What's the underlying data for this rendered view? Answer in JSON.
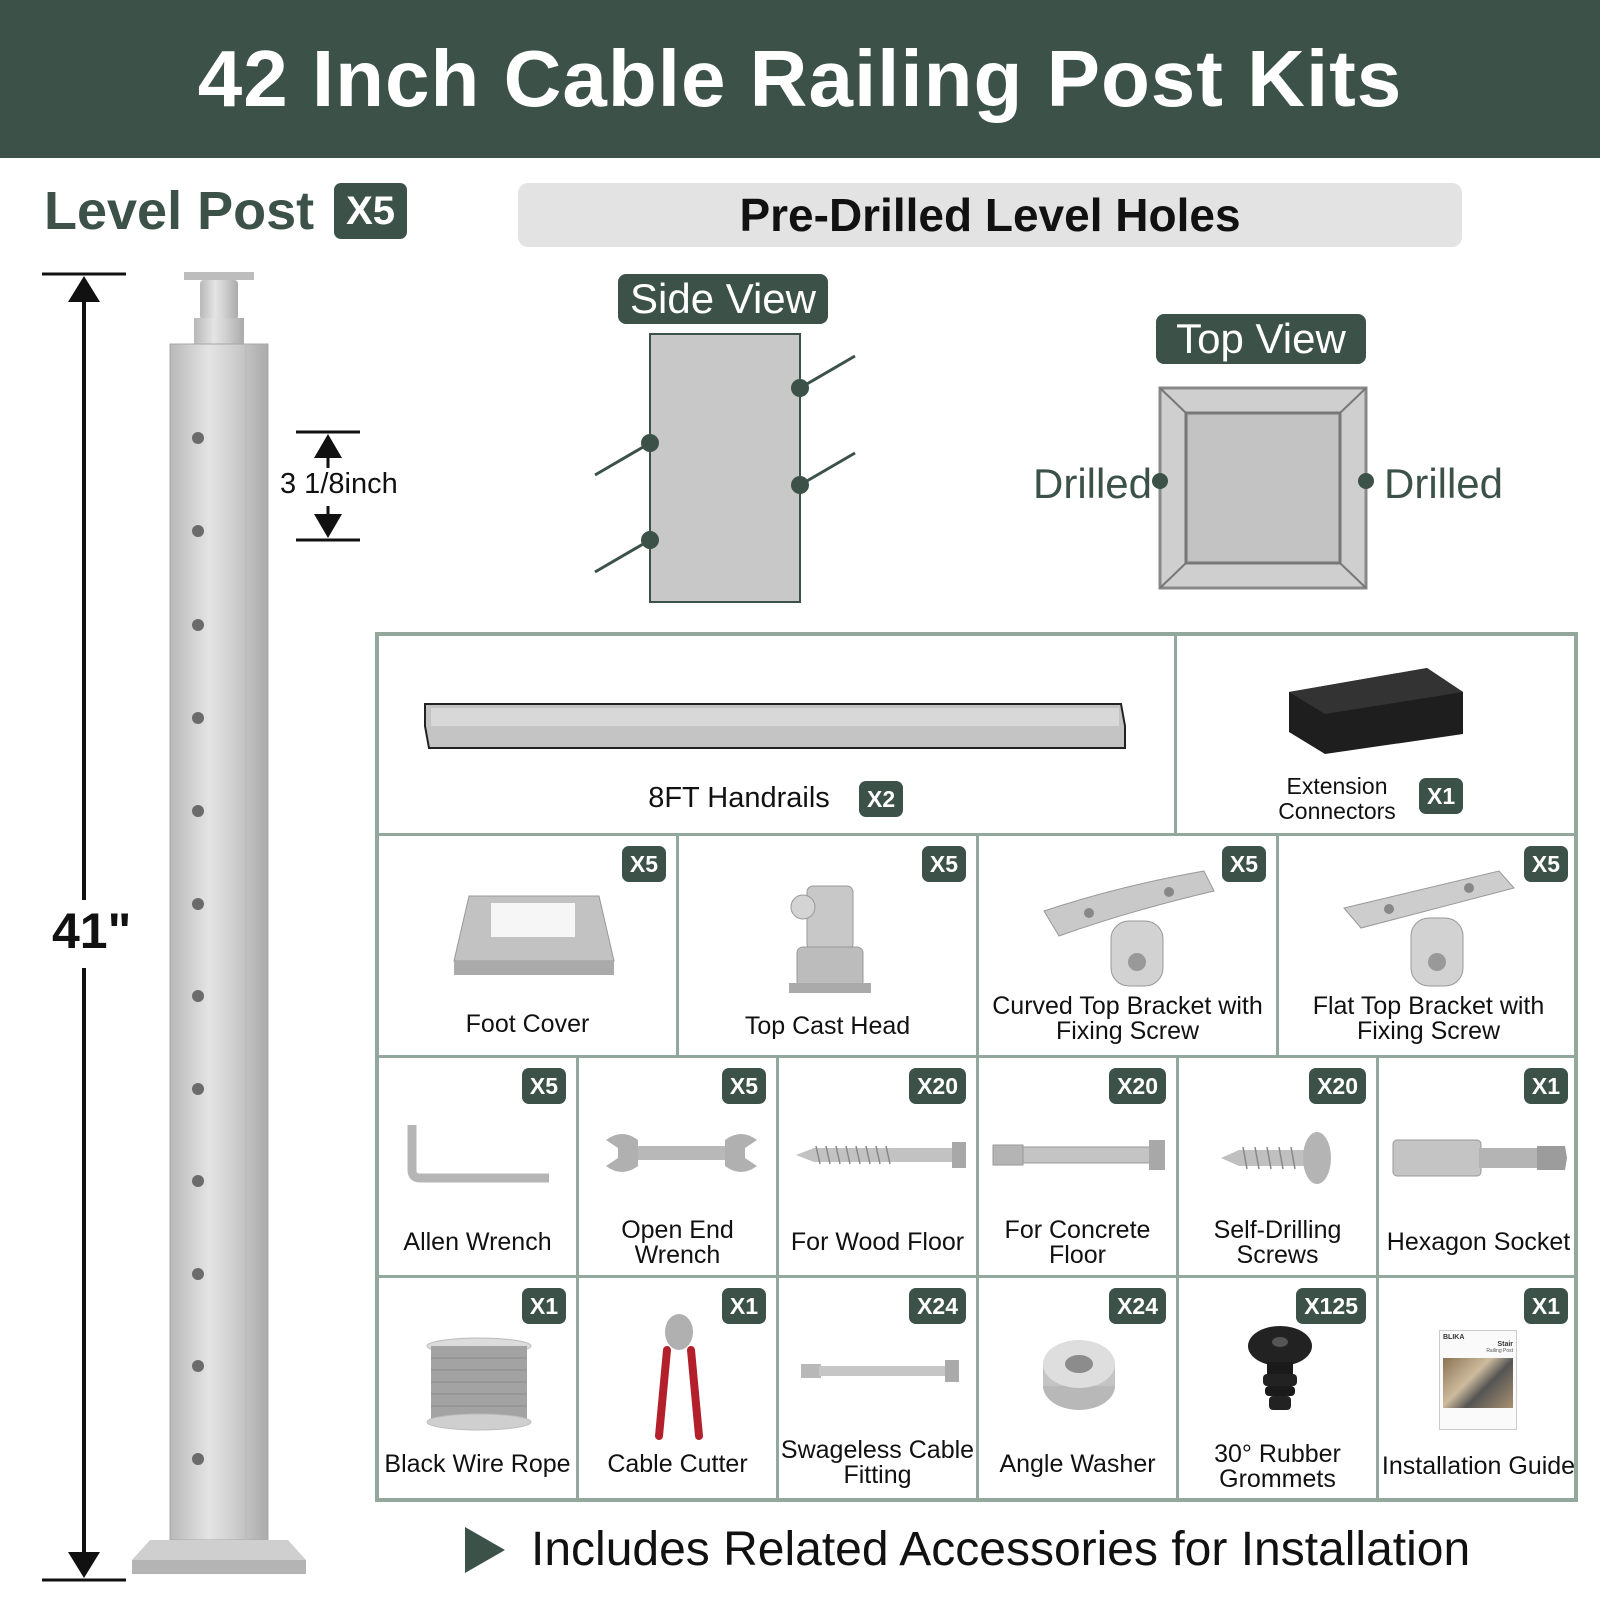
{
  "title": "42 Inch Cable Railing Post Kits",
  "level_post": {
    "label": "Level Post",
    "qty": "X5"
  },
  "predrilled": "Pre-Drilled Level Holes",
  "side_view": "Side View",
  "top_view": "Top View",
  "drilled_left": "Drilled",
  "drilled_right": "Drilled",
  "hole_spacing": "3 1/8inch",
  "post_length": "41\"",
  "items": [
    {
      "name": "8FT Handrails",
      "qty": "X2"
    },
    {
      "name": "Extension Connectors",
      "qty": "X1"
    },
    {
      "name": "Foot Cover",
      "qty": "X5"
    },
    {
      "name": "Top Cast Head",
      "qty": "X5"
    },
    {
      "name": "Curved Top Bracket with Fixing Screw",
      "qty": "X5"
    },
    {
      "name": "Flat Top Bracket with Fixing Screw",
      "qty": "X5"
    },
    {
      "name": "Allen Wrench",
      "qty": "X5"
    },
    {
      "name": "Open End Wrench",
      "qty": "X5"
    },
    {
      "name": "For Wood Floor",
      "qty": "X20"
    },
    {
      "name": "For Concrete Floor",
      "qty": "X20"
    },
    {
      "name": "Self-Drilling Screws",
      "qty": "X20"
    },
    {
      "name": "Hexagon Socket",
      "qty": "X1"
    },
    {
      "name": "Black Wire Rope",
      "qty": "X1"
    },
    {
      "name": "Cable Cutter",
      "qty": "X1"
    },
    {
      "name": "Swageless Cable Fitting",
      "qty": "X24"
    },
    {
      "name": "Angle Washer",
      "qty": "X24"
    },
    {
      "name": "30° Rubber Grommets",
      "qty": "X125"
    },
    {
      "name": "Installation Guide",
      "qty": "X1"
    }
  ],
  "guide_brand": "BLIKA",
  "guide_title": "Stair",
  "guide_subtitle": "Railing Post",
  "footer": "Includes Related Accessories for Installation",
  "colors": {
    "brand": "#3c5249",
    "grid_border": "#93a89d",
    "steel": "#c9c9c9"
  }
}
